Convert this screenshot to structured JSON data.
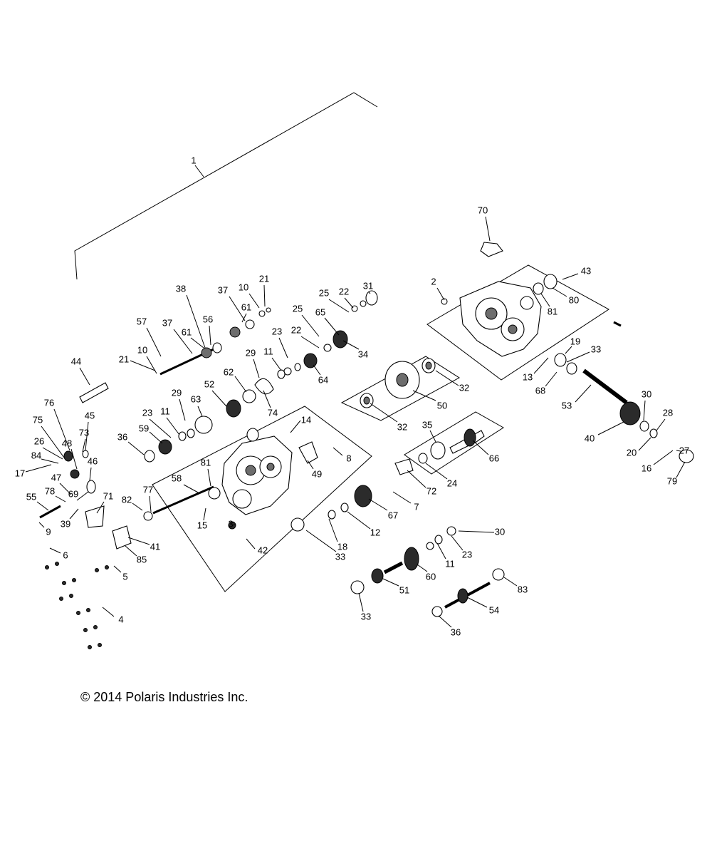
{
  "copyright": "© 2014 Polaris Industries Inc.",
  "callouts": [
    "1",
    "2",
    "3",
    "4",
    "5",
    "6",
    "7",
    "8",
    "9",
    "10",
    "10",
    "11",
    "11",
    "11",
    "12",
    "13",
    "14",
    "15",
    "16",
    "17",
    "18",
    "19",
    "20",
    "21",
    "21",
    "22",
    "22",
    "23",
    "23",
    "23",
    "24",
    "25",
    "25",
    "26",
    "27",
    "28",
    "29",
    "29",
    "30",
    "30",
    "31",
    "32",
    "32",
    "33",
    "33",
    "33",
    "34",
    "35",
    "36",
    "36",
    "37",
    "37",
    "38",
    "39",
    "40",
    "41",
    "42",
    "43",
    "44",
    "45",
    "46",
    "47",
    "48",
    "49",
    "50",
    "51",
    "52",
    "53",
    "54",
    "55",
    "56",
    "57",
    "58",
    "59",
    "60",
    "61",
    "61",
    "62",
    "63",
    "64",
    "65",
    "66",
    "67",
    "68",
    "69",
    "70",
    "71",
    "72",
    "73",
    "74",
    "75",
    "76",
    "77",
    "78",
    "79",
    "80",
    "81",
    "81",
    "82",
    "83",
    "84",
    "85"
  ]
}
